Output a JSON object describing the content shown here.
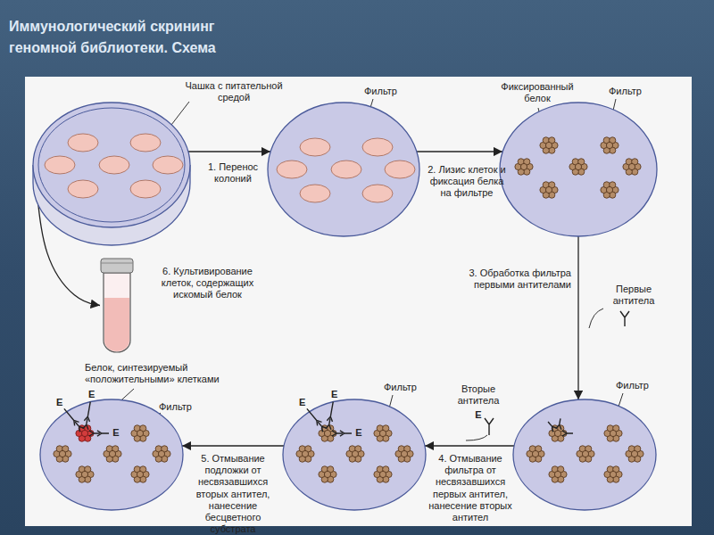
{
  "diagram": {
    "title": "Иммунологический скрининг геномной библиотеки. Схема",
    "nodes": [
      {
        "text": [
          "Чашка с питательной средой"
        ]
      },
      {
        "text": [
          "Фильтр"
        ]
      },
      {
        "text": [
          "Фиксированный белок",
          "Фильтр"
        ]
      },
      {
        "text": [
          "6. Культивирование клеток, содержащих искомый белок"
        ]
      },
      {
        "text": [
          "Белок, синтезируемый «положительными» клетками",
          "Фильтр"
        ]
      },
      {
        "text": [
          "Фильтр"
        ]
      },
      {
        "text": [
          "Фильтр"
        ]
      }
    ],
    "edges": [
      {
        "from": 0,
        "to": 1,
        "label": "1. Перенос колоний",
        "arrow": "to"
      },
      {
        "from": 1,
        "to": 2,
        "label": "2. Лизис клеток и фиксация белка на фильтре",
        "arrow": "to"
      },
      {
        "from": 2,
        "to": 6,
        "label": "3. Обработка фильтра первыми антителами",
        "arrow": "to"
      },
      {
        "from": 6,
        "to": 5,
        "label": "4. Отмывание фильтра от несвязавшихся первых антител, нанесение вторых антител",
        "arrow": "to"
      },
      {
        "from": 5,
        "to": 4,
        "label": "5. Отмывание подложки от несвязавшихся вторых антител, нанесение бесцветного субстрата",
        "arrow": "to"
      },
      {
        "from": 0,
        "to": 3,
        "arrow": "to"
      }
    ],
    "labels": [
      "Первые антитела",
      "Вторые антитела",
      "E",
      "E",
      "E",
      "E",
      "E",
      "E",
      "E"
    ]
  }
}
